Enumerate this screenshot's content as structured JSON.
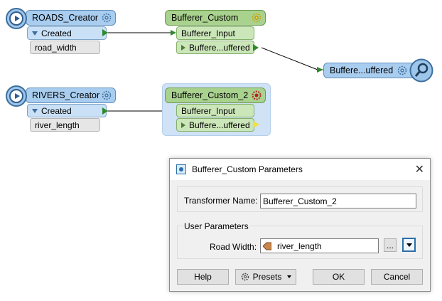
{
  "canvas": {
    "roads_creator": {
      "title": "ROADS_Creator",
      "output_port": "Created",
      "attribute": "road_width"
    },
    "rivers_creator": {
      "title": "RIVERS_Creator",
      "output_port": "Created",
      "attribute": "river_length"
    },
    "bufferer_1": {
      "title": "Bufferer_Custom",
      "input_port": "Bufferer_Input",
      "output_port": "Buffere...uffered"
    },
    "bufferer_2": {
      "title": "Bufferer_Custom_2",
      "input_port": "Bufferer_Input",
      "output_port": "Buffere...uffered"
    },
    "inspector": {
      "title": "Buffere...uffered"
    }
  },
  "dialog": {
    "title": "Bufferer_Custom Parameters",
    "close_glyph": "✕",
    "transformer_name_label": "Transformer Name:",
    "transformer_name_value": "Bufferer_Custom_2",
    "user_parameters_label": "User Parameters",
    "road_width_label": "Road Width:",
    "road_width_value": "river_length",
    "ellipsis_label": "...",
    "buttons": {
      "help": "Help",
      "presets": "Presets",
      "ok": "OK",
      "cancel": "Cancel"
    }
  },
  "colors": {
    "creator_blue": "#a9cdef",
    "transformer_green": "#a9d28f",
    "error_gear": "#b22222",
    "selection": "#cfe2f6"
  },
  "icons": [
    "creator-icon",
    "gear-icon",
    "inspector-magnifier-icon",
    "dialog-app-icon",
    "close-icon",
    "attribute-icon",
    "presets-gear-icon",
    "dropdown-arrow-icon"
  ]
}
